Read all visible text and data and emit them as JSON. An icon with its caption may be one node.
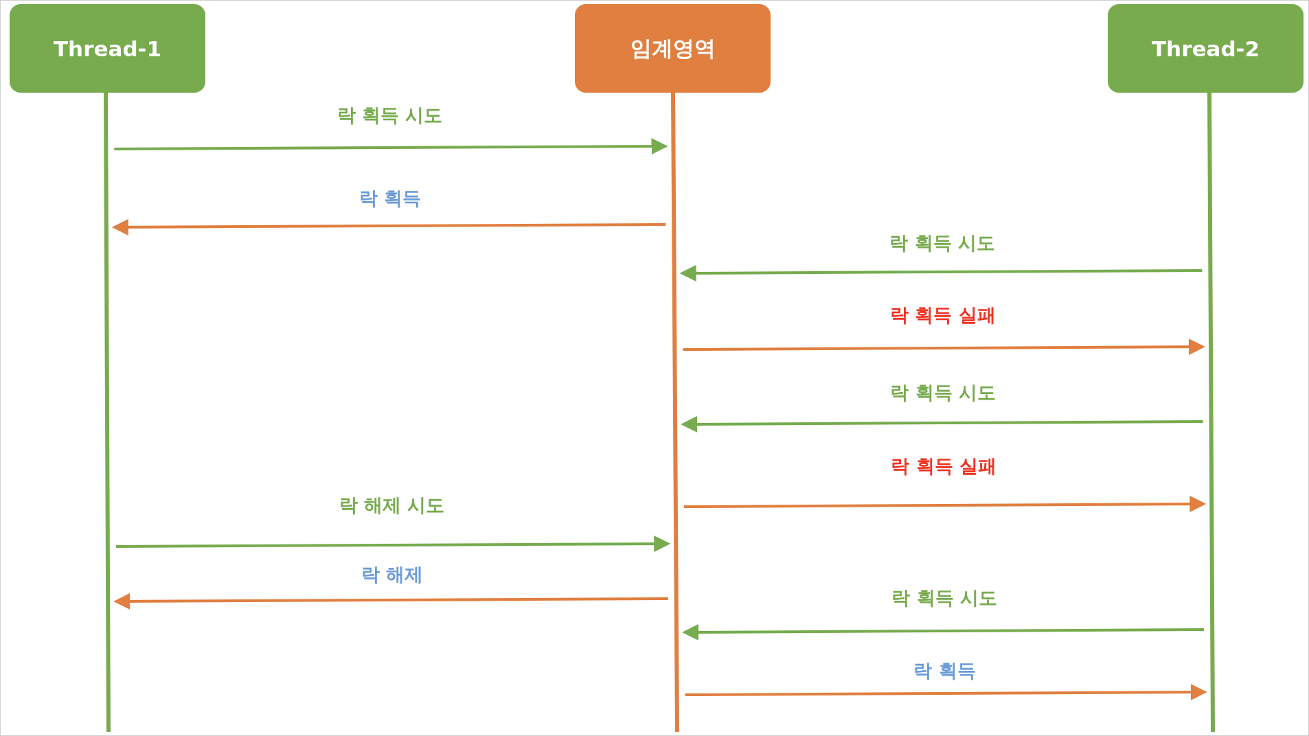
{
  "diagram": {
    "nodes": [
      {
        "text": [
          "Thread-1"
        ]
      },
      {
        "text": [
          "임계영역"
        ]
      },
      {
        "text": [
          "Thread-2"
        ]
      }
    ],
    "edges": [
      {
        "from": 0,
        "to": 1,
        "arrow": "to",
        "label": "락 획득 시도",
        "color": "#77ab4e"
      },
      {
        "from": 1,
        "to": 0,
        "arrow": "to",
        "label": "락 획득",
        "color": "#e07f40"
      },
      {
        "from": 2,
        "to": 1,
        "arrow": "to",
        "label": "락 획득 시도",
        "color": "#77ab4e"
      },
      {
        "from": 1,
        "to": 2,
        "arrow": "to",
        "label": "락 획득 실패",
        "color": "#e07f40"
      },
      {
        "from": 2,
        "to": 1,
        "arrow": "to",
        "label": "락 획득 시도",
        "color": "#77ab4e"
      },
      {
        "from": 1,
        "to": 2,
        "arrow": "to",
        "label": "락 획득 실패",
        "color": "#e07f40"
      },
      {
        "from": 0,
        "to": 1,
        "arrow": "to",
        "label": "락 해제 시도",
        "color": "#77ab4e"
      },
      {
        "from": 1,
        "to": 0,
        "arrow": "to",
        "label": "락 해제",
        "color": "#e07f40"
      },
      {
        "from": 2,
        "to": 1,
        "arrow": "to",
        "label": "락 획득 시도",
        "color": "#77ab4e"
      },
      {
        "from": 1,
        "to": 2,
        "arrow": "to",
        "label": "락 획득",
        "color": "#e07f40"
      }
    ]
  }
}
